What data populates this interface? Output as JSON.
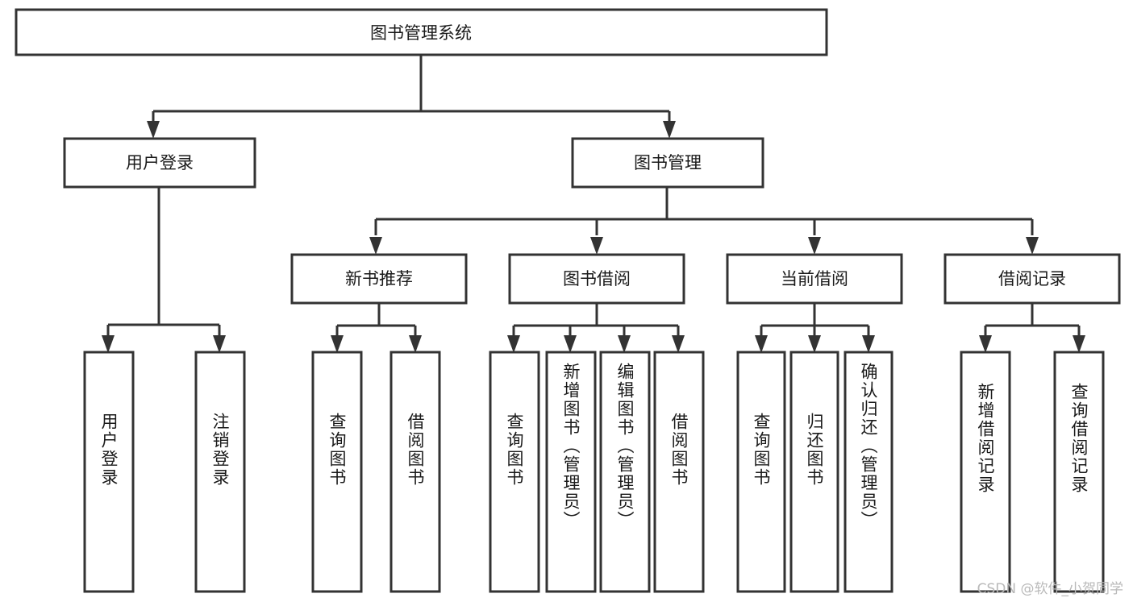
{
  "diagram": {
    "type": "tree-hierarchy-chart",
    "title": "图书管理系统",
    "orientation": "top-down",
    "colors": {
      "box_stroke": "#333333",
      "box_fill": "#ffffff",
      "connector": "#333333",
      "text": "#1a1a1a",
      "watermark": "#b9b9b9",
      "background": "#ffffff"
    },
    "levels": {
      "level1": [
        {
          "id": "root",
          "label": "图书管理系统",
          "orientation": "horizontal"
        }
      ],
      "level2": [
        {
          "id": "user-login",
          "label": "用户登录",
          "orientation": "horizontal",
          "parent": "root"
        },
        {
          "id": "book-manage",
          "label": "图书管理",
          "orientation": "horizontal",
          "parent": "root"
        }
      ],
      "level3": [
        {
          "id": "new-book-rec",
          "label": "新书推荐",
          "orientation": "horizontal",
          "parent": "book-manage"
        },
        {
          "id": "book-borrow",
          "label": "图书借阅",
          "orientation": "horizontal",
          "parent": "book-manage"
        },
        {
          "id": "current-borrow",
          "label": "当前借阅",
          "orientation": "horizontal",
          "parent": "book-manage"
        },
        {
          "id": "borrow-record",
          "label": "借阅记录",
          "orientation": "horizontal",
          "parent": "book-manage"
        }
      ],
      "level4": [
        {
          "id": "leaf-user-login",
          "label": "用户登录",
          "orientation": "vertical",
          "parent": "user-login"
        },
        {
          "id": "leaf-user-logout",
          "label": "注销登录",
          "orientation": "vertical",
          "parent": "user-login"
        },
        {
          "id": "leaf-query-book-1",
          "label": "查询图书",
          "orientation": "vertical",
          "parent": "new-book-rec"
        },
        {
          "id": "leaf-borrow-book-1",
          "label": "借阅图书",
          "orientation": "vertical",
          "parent": "new-book-rec"
        },
        {
          "id": "leaf-query-book-2",
          "label": "查询图书",
          "orientation": "vertical",
          "parent": "book-borrow"
        },
        {
          "id": "leaf-add-book",
          "label": "新增图书（管理员）",
          "orientation": "vertical",
          "parent": "book-borrow"
        },
        {
          "id": "leaf-edit-book",
          "label": "编辑图书（管理员）",
          "orientation": "vertical",
          "parent": "book-borrow"
        },
        {
          "id": "leaf-borrow-book-2",
          "label": "借阅图书",
          "orientation": "vertical",
          "parent": "book-borrow"
        },
        {
          "id": "leaf-query-book-3",
          "label": "查询图书",
          "orientation": "vertical",
          "parent": "current-borrow"
        },
        {
          "id": "leaf-return-book",
          "label": "归还图书",
          "orientation": "vertical",
          "parent": "current-borrow"
        },
        {
          "id": "leaf-confirm-return",
          "label": "确认归还（管理员）",
          "orientation": "vertical",
          "parent": "current-borrow"
        },
        {
          "id": "leaf-add-record",
          "label": "新增借阅记录",
          "orientation": "vertical",
          "parent": "borrow-record"
        },
        {
          "id": "leaf-query-record",
          "label": "查询借阅记录",
          "orientation": "vertical",
          "parent": "borrow-record"
        }
      ]
    }
  },
  "watermark": {
    "label": "CSDN @软件_小贺同学"
  }
}
